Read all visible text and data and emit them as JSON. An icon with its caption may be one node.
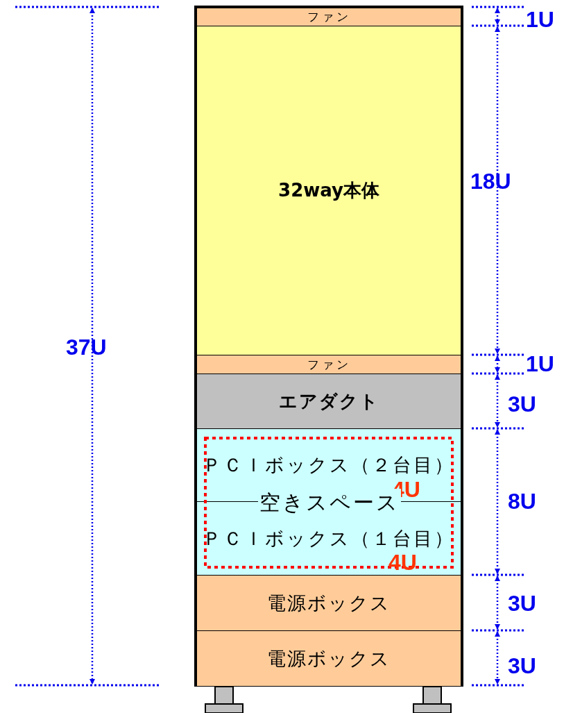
{
  "diagram": {
    "nodes": [
      {
        "text": [],
        "shape": "box"
      },
      {
        "text": [
          "ファン"
        ],
        "in": 0
      },
      {
        "text": [
          "32way本体"
        ],
        "in": 0
      },
      {
        "text": [
          "ファン"
        ],
        "in": 0
      },
      {
        "text": [
          "エアダクト"
        ],
        "in": 0
      },
      {
        "text": [
          "ＰＣＩボックス（２台目）"
        ],
        "in": 0
      },
      {
        "text": [
          "ＰＣＩボックス（１台目）"
        ],
        "in": 0
      },
      {
        "text": [
          "電源ボックス"
        ],
        "in": 0
      },
      {
        "text": [
          "電源ボックス"
        ],
        "in": 0
      }
    ],
    "edges": [],
    "labels": [
      "1U",
      "18U",
      "37U",
      "1U",
      "3U",
      "4U",
      "空きスペース",
      "8U",
      "4U",
      "3U",
      "3U"
    ]
  }
}
